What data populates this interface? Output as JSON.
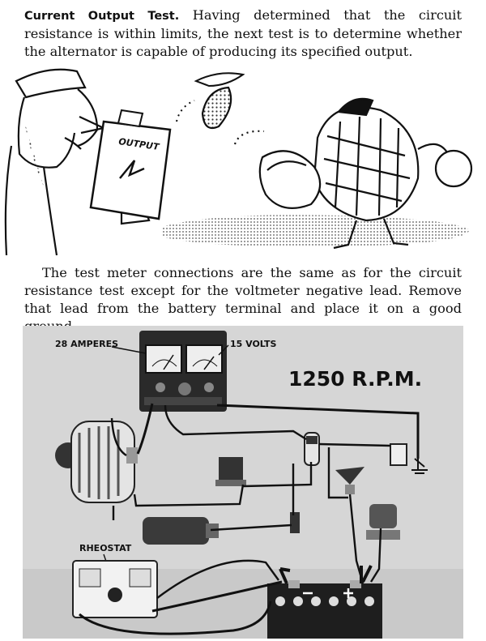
{
  "section": {
    "heading": "Current Output Test.",
    "intro": " Having determined that the circuit resistance is within limits, the next test is to determine whether the alternator is capable of producing its specified output."
  },
  "cartoon": {
    "clipboard_text": "OUTPUT"
  },
  "instructions": {
    "text": "The test meter connections are the same as for the circuit resistance test except for the voltmeter negative lead. Remove that lead from the battery terminal and place it on a good ground."
  },
  "photo": {
    "ammeter_label": "28 AMPERES",
    "voltmeter_label": "15 VOLTS",
    "speed_label": "1250 R.P.M.",
    "rheostat_label": "RHEOSTAT"
  }
}
